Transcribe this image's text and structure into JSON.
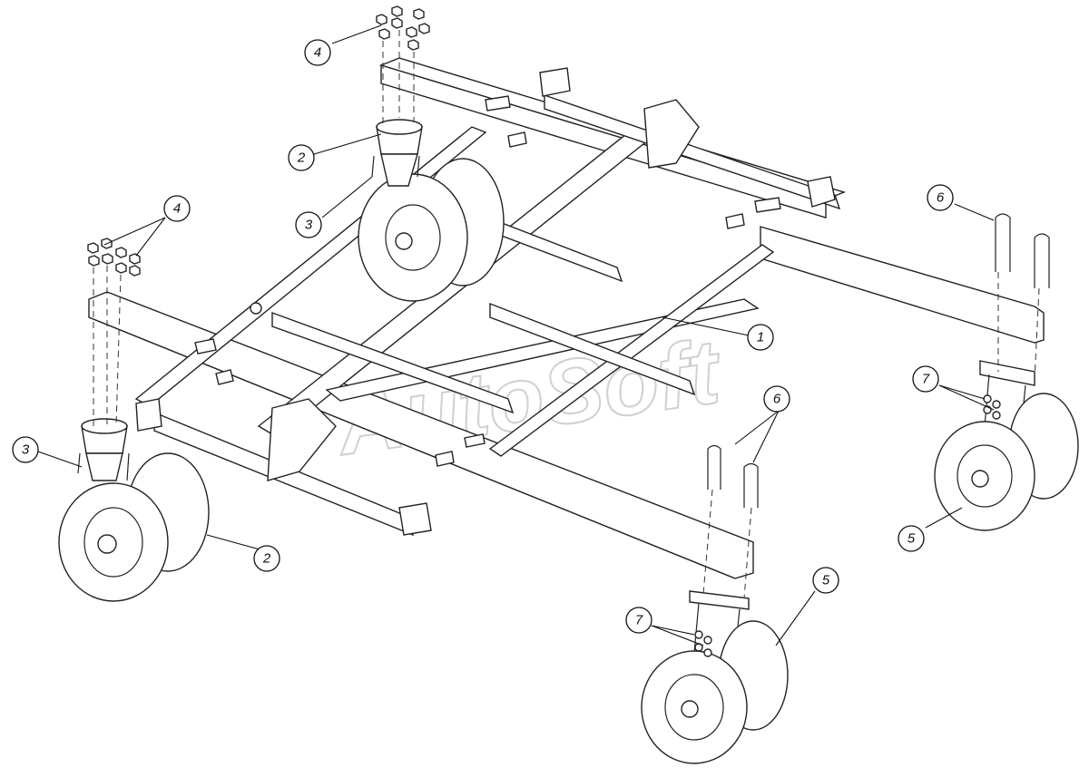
{
  "diagram": {
    "watermark": "AutoSoft",
    "callouts": [
      {
        "id": "c1",
        "label": "1"
      },
      {
        "id": "c2a",
        "label": "2"
      },
      {
        "id": "c2b",
        "label": "2"
      },
      {
        "id": "c3a",
        "label": "3"
      },
      {
        "id": "c3b",
        "label": "3"
      },
      {
        "id": "c4a",
        "label": "4"
      },
      {
        "id": "c4b",
        "label": "4"
      },
      {
        "id": "c5a",
        "label": "5"
      },
      {
        "id": "c5b",
        "label": "5"
      },
      {
        "id": "c6a",
        "label": "6"
      },
      {
        "id": "c6b",
        "label": "6"
      },
      {
        "id": "c7a",
        "label": "7"
      },
      {
        "id": "c7b",
        "label": "7"
      }
    ]
  }
}
